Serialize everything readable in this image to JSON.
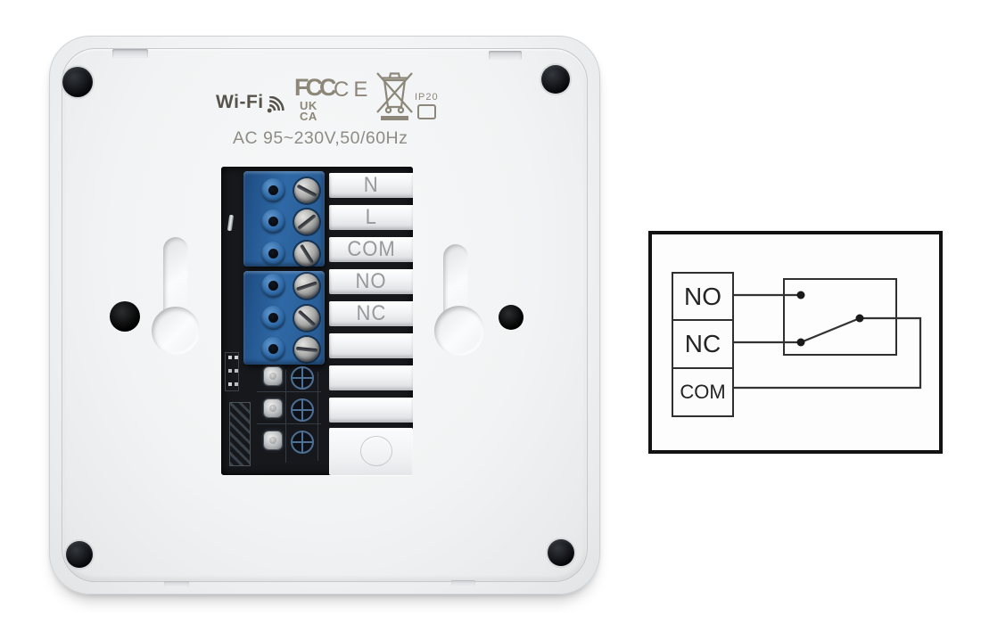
{
  "device_back": {
    "wifi_label": "Wi-Fi",
    "fcc_text": "FCC",
    "ce_text": "CE",
    "ukca_line1": "UK",
    "ukca_line2": "CA",
    "ip_rating": "IP20",
    "power_rating": "AC  95~230V,50/60Hz",
    "terminal_labels": [
      "N",
      "L",
      "COM",
      "NO",
      "NC",
      "",
      "",
      ""
    ],
    "colors": {
      "panel_body": "#f1f3f4",
      "printed_marks": "#8d8779",
      "wifi_text": "#57534a",
      "terminal_block_blue": "#2f69a6",
      "compartment_black": "#16181c",
      "terminal_label_gray": "#97999c"
    }
  },
  "wiring_diagram": {
    "terminals": [
      "NO",
      "NC",
      "COM"
    ],
    "line_color": "#333333"
  }
}
